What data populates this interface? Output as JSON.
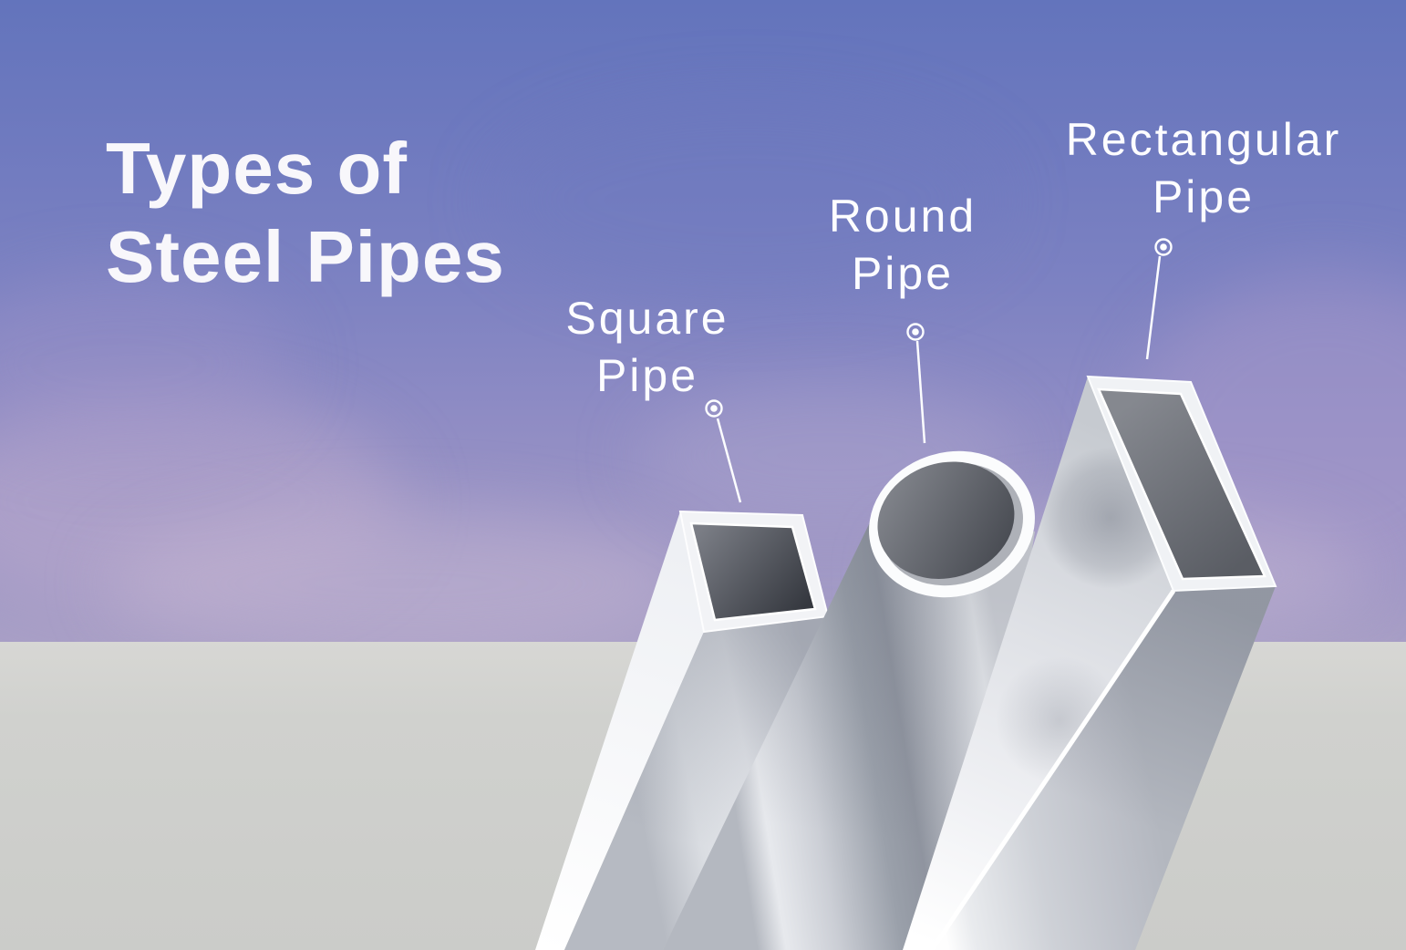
{
  "title": {
    "line1": "Types of",
    "line2": "Steel Pipes"
  },
  "pipes": [
    {
      "name": "Square Pipe",
      "label_line1": "Square",
      "label_line2": "Pipe"
    },
    {
      "name": "Round Pipe",
      "label_line1": "Round",
      "label_line2": "Pipe"
    },
    {
      "name": "Rectangular Pipe",
      "label_line1": "Rectangular",
      "label_line2": "Pipe"
    }
  ],
  "icons": {
    "marker": "leader-marker-icon"
  },
  "colors": {
    "sky_top": "#6374bc",
    "sky_horizon": "#a89fc6",
    "ground": "#d0d1ce",
    "text": "#f8f7fb",
    "steel_highlight": "#ffffff",
    "steel_light": "#e9ebef",
    "steel_mid": "#b7bac2",
    "steel_dark_inner": "#44474e",
    "leader_line": "#fcfdff"
  }
}
